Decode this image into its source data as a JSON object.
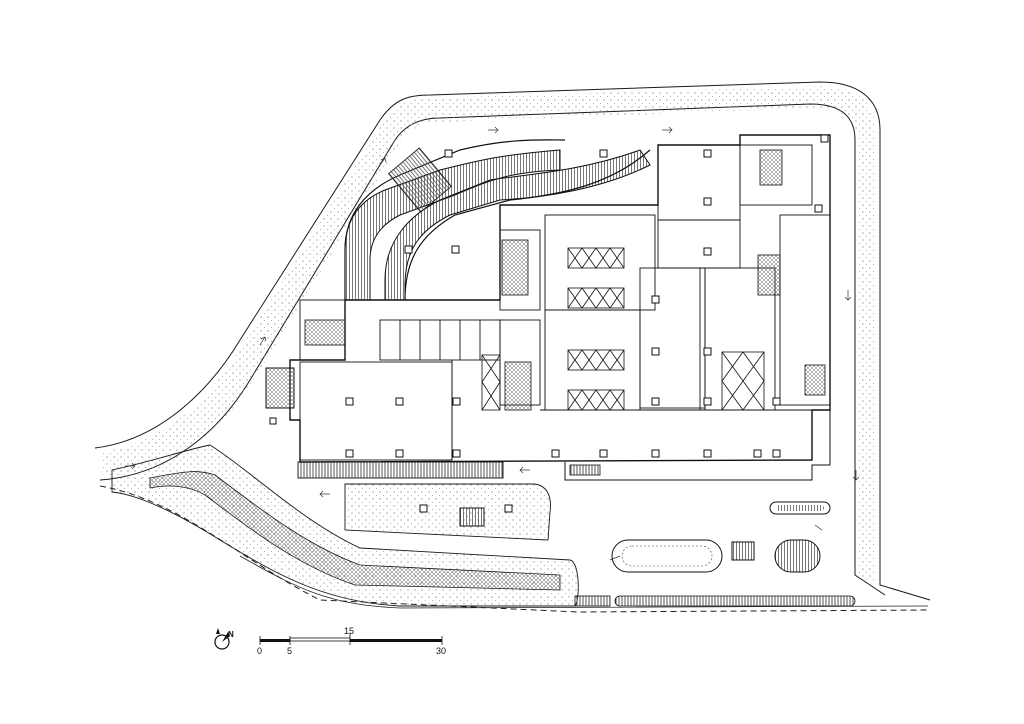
{
  "scale_bar": {
    "labels": [
      "0",
      "5",
      "15",
      "30"
    ]
  },
  "north_arrow": {
    "letter": "N",
    "icon": "north-arrow-icon"
  },
  "colors": {
    "line": "#1a1a1a",
    "hatch": "#9a9a9a",
    "background": "#ffffff"
  }
}
